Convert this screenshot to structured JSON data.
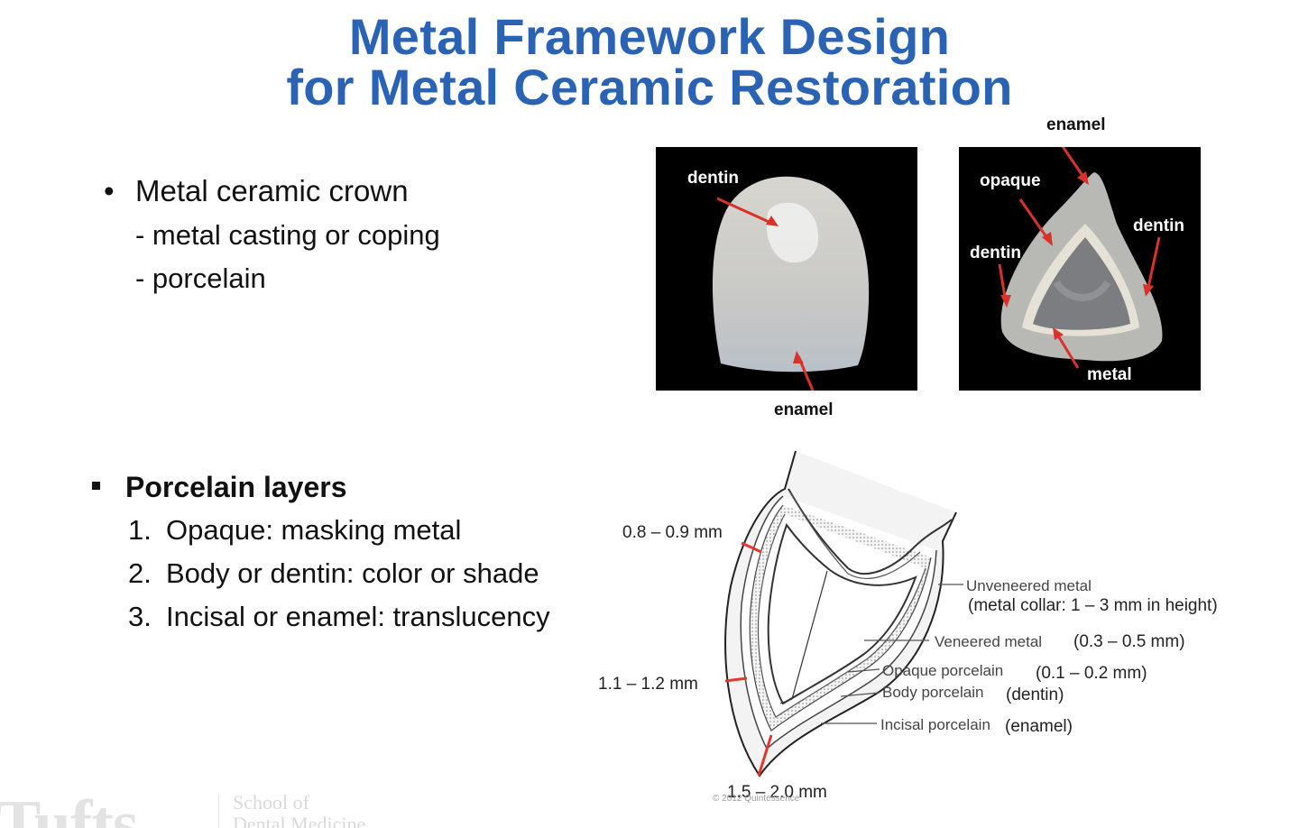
{
  "title": {
    "line1": "Metal Framework Design",
    "line2": "for Metal Ceramic Restoration"
  },
  "bullet1": {
    "label": "Metal ceramic crown",
    "subs": [
      "- metal casting or coping",
      "- porcelain"
    ]
  },
  "bullet2": {
    "label": "Porcelain layers",
    "items": [
      {
        "num": "1.",
        "text": "Opaque: masking metal"
      },
      {
        "num": "2.",
        "text": "Body or dentin: color or shade"
      },
      {
        "num": "3.",
        "text": "Incisal or enamel: translucency"
      }
    ]
  },
  "photo1": {
    "dentin": "dentin",
    "enamel": "enamel"
  },
  "photo2": {
    "enamel": "enamel",
    "opaque": "opaque",
    "dentin_left": "dentin",
    "dentin_right": "dentin",
    "metal": "metal"
  },
  "diagram": {
    "dim_top": "0.8 – 0.9 mm",
    "dim_mid": "1.1 – 1.2 mm",
    "dim_bottom": "1.5 – 2.0 mm",
    "unveneered": "Unveneered metal",
    "collar": "(metal collar: 1 – 3 mm in height)",
    "veneered": "Veneered metal",
    "veneered_range": "(0.3 – 0.5 mm)",
    "opaque": "Opaque porcelain",
    "opaque_range": "(0.1 – 0.2 mm)",
    "body": "Body porcelain",
    "body_note": "(dentin)",
    "incisal": "Incisal porcelain",
    "incisal_note": "(enamel)",
    "copyright": "© 2012 Quintessence"
  },
  "footer": {
    "wordmark": "Tufts",
    "school_line1": "School of",
    "school_line2": "Dental Medicine"
  },
  "colors": {
    "title": "#2a63b4",
    "arrow": "#d8322b",
    "dim_tick": "#e03a30"
  }
}
